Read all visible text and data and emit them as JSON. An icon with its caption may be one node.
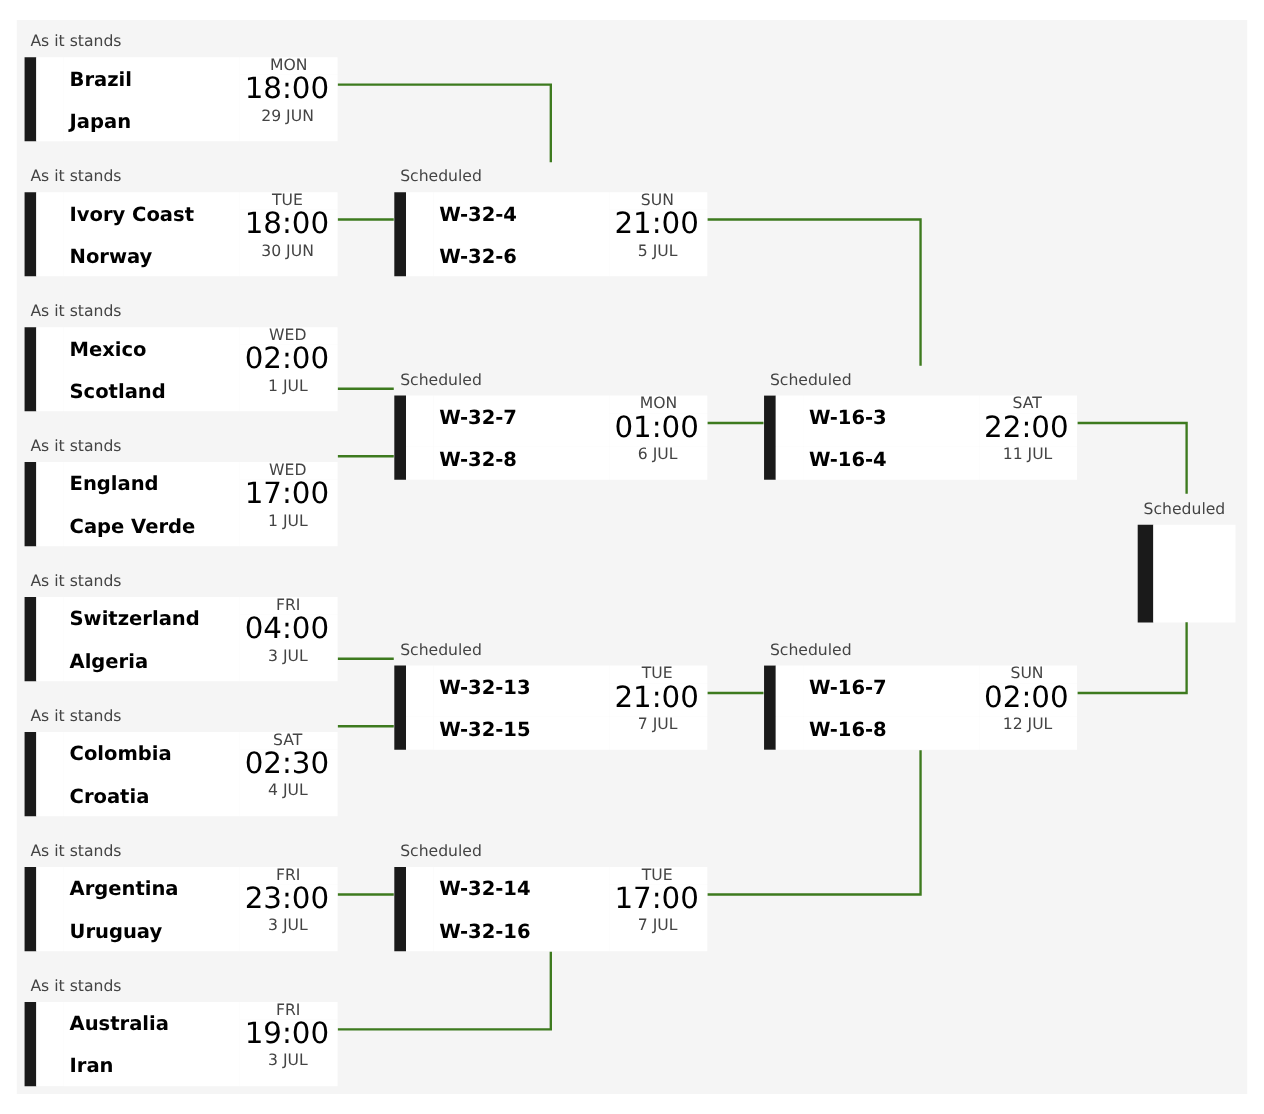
{
  "diagram": {
    "nodes": [
      {
        "text": [
          "As it stands",
          "Brazil",
          "Japan",
          "MON",
          "18:00",
          "29 JUN"
        ]
      },
      {
        "text": [
          "As it stands",
          "Ivory Coast",
          "Norway",
          "TUE",
          "18:00",
          "30 JUN"
        ]
      },
      {
        "text": [
          "As it stands",
          "Mexico",
          "Scotland",
          "WED",
          "02:00",
          "1 JUL"
        ]
      },
      {
        "text": [
          "As it stands",
          "England",
          "Cape Verde",
          "WED",
          "17:00",
          "1 JUL"
        ]
      },
      {
        "text": [
          "As it stands",
          "Argentina",
          "Uruguay",
          "FRI",
          "23:00",
          "3 JUL"
        ]
      },
      {
        "text": [
          "As it stands",
          "Australia",
          "Iran",
          "FRI",
          "19:00",
          "3 JUL"
        ]
      },
      {
        "text": [
          "As it stands",
          "Switzerland",
          "Algeria",
          "FRI",
          "04:00",
          "3 JUL"
        ]
      },
      {
        "text": [
          "As it stands",
          "Colombia",
          "Croatia",
          "SAT",
          "02:30",
          "4 JUL"
        ]
      },
      {
        "text": [
          "Scheduled",
          "W-32-4",
          "W-32-6",
          "SUN",
          "21:00",
          "5 JUL"
        ]
      },
      {
        "text": [
          "Scheduled",
          "W-32-7",
          "W-32-8",
          "MON",
          "01:00",
          "6 JUL"
        ]
      },
      {
        "text": [
          "Scheduled",
          "W-32-14",
          "W-32-16",
          "TUE",
          "17:00",
          "7 JUL"
        ]
      },
      {
        "text": [
          "Scheduled",
          "W-32-13",
          "W-32-15",
          "TUE",
          "21:00",
          "7 JUL"
        ]
      },
      {
        "text": [
          "Scheduled",
          "W-16-3",
          "W-16-4",
          "SAT",
          "22:00",
          "11 JUL"
        ]
      },
      {
        "text": [
          "Scheduled",
          "W-16-7",
          "W-16-8",
          "SUN",
          "02:00",
          "12 JUL"
        ]
      },
      {
        "text": [
          "Scheduled"
        ]
      }
    ],
    "edges": [
      {
        "from": 0,
        "to": 8,
        "arrow": "none"
      },
      {
        "from": 1,
        "to": 8,
        "arrow": "none"
      },
      {
        "from": 2,
        "to": 9,
        "arrow": "none"
      },
      {
        "from": 3,
        "to": 9,
        "arrow": "none"
      },
      {
        "from": 4,
        "to": 10,
        "arrow": "none"
      },
      {
        "from": 5,
        "to": 10,
        "arrow": "none"
      },
      {
        "from": 6,
        "to": 11,
        "arrow": "none"
      },
      {
        "from": 7,
        "to": 11,
        "arrow": "none"
      },
      {
        "from": 8,
        "to": 12,
        "arrow": "none"
      },
      {
        "from": 9,
        "to": 12,
        "arrow": "none"
      },
      {
        "from": 10,
        "to": 13,
        "arrow": "none"
      },
      {
        "from": 11,
        "to": 13,
        "arrow": "none"
      },
      {
        "from": 12,
        "to": 14,
        "arrow": "none"
      },
      {
        "from": 13,
        "to": 14,
        "arrow": "none"
      }
    ]
  }
}
